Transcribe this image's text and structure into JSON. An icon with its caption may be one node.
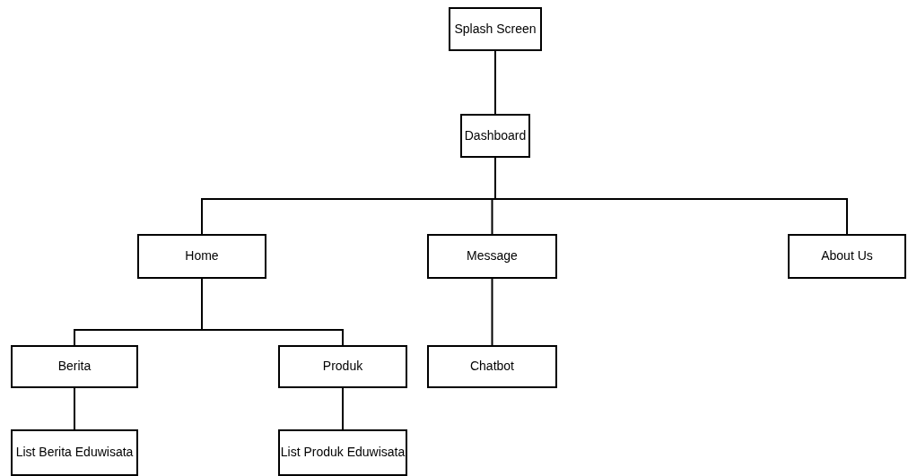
{
  "diagram": {
    "nodes": [
      {
        "text": [
          "Splash Screen"
        ]
      },
      {
        "text": [
          "Dashboard"
        ]
      },
      {
        "text": [
          "Home"
        ]
      },
      {
        "text": [
          "Message"
        ]
      },
      {
        "text": [
          "About Us"
        ]
      },
      {
        "text": [
          "Berita"
        ]
      },
      {
        "text": [
          "Produk"
        ]
      },
      {
        "text": [
          "Chatbot"
        ]
      },
      {
        "text": [
          "List Berita Eduwisata"
        ]
      },
      {
        "text": [
          "List Produk Eduwisata"
        ]
      }
    ],
    "edges": [
      {
        "from": 0,
        "to": 1,
        "arrow": "none"
      },
      {
        "from": 1,
        "to": 2,
        "arrow": "none"
      },
      {
        "from": 1,
        "to": 3,
        "arrow": "none"
      },
      {
        "from": 1,
        "to": 4,
        "arrow": "none"
      },
      {
        "from": 2,
        "to": 5,
        "arrow": "none"
      },
      {
        "from": 2,
        "to": 6,
        "arrow": "none"
      },
      {
        "from": 3,
        "to": 7,
        "arrow": "none"
      },
      {
        "from": 5,
        "to": 8,
        "arrow": "none"
      },
      {
        "from": 6,
        "to": 9,
        "arrow": "none"
      }
    ]
  }
}
